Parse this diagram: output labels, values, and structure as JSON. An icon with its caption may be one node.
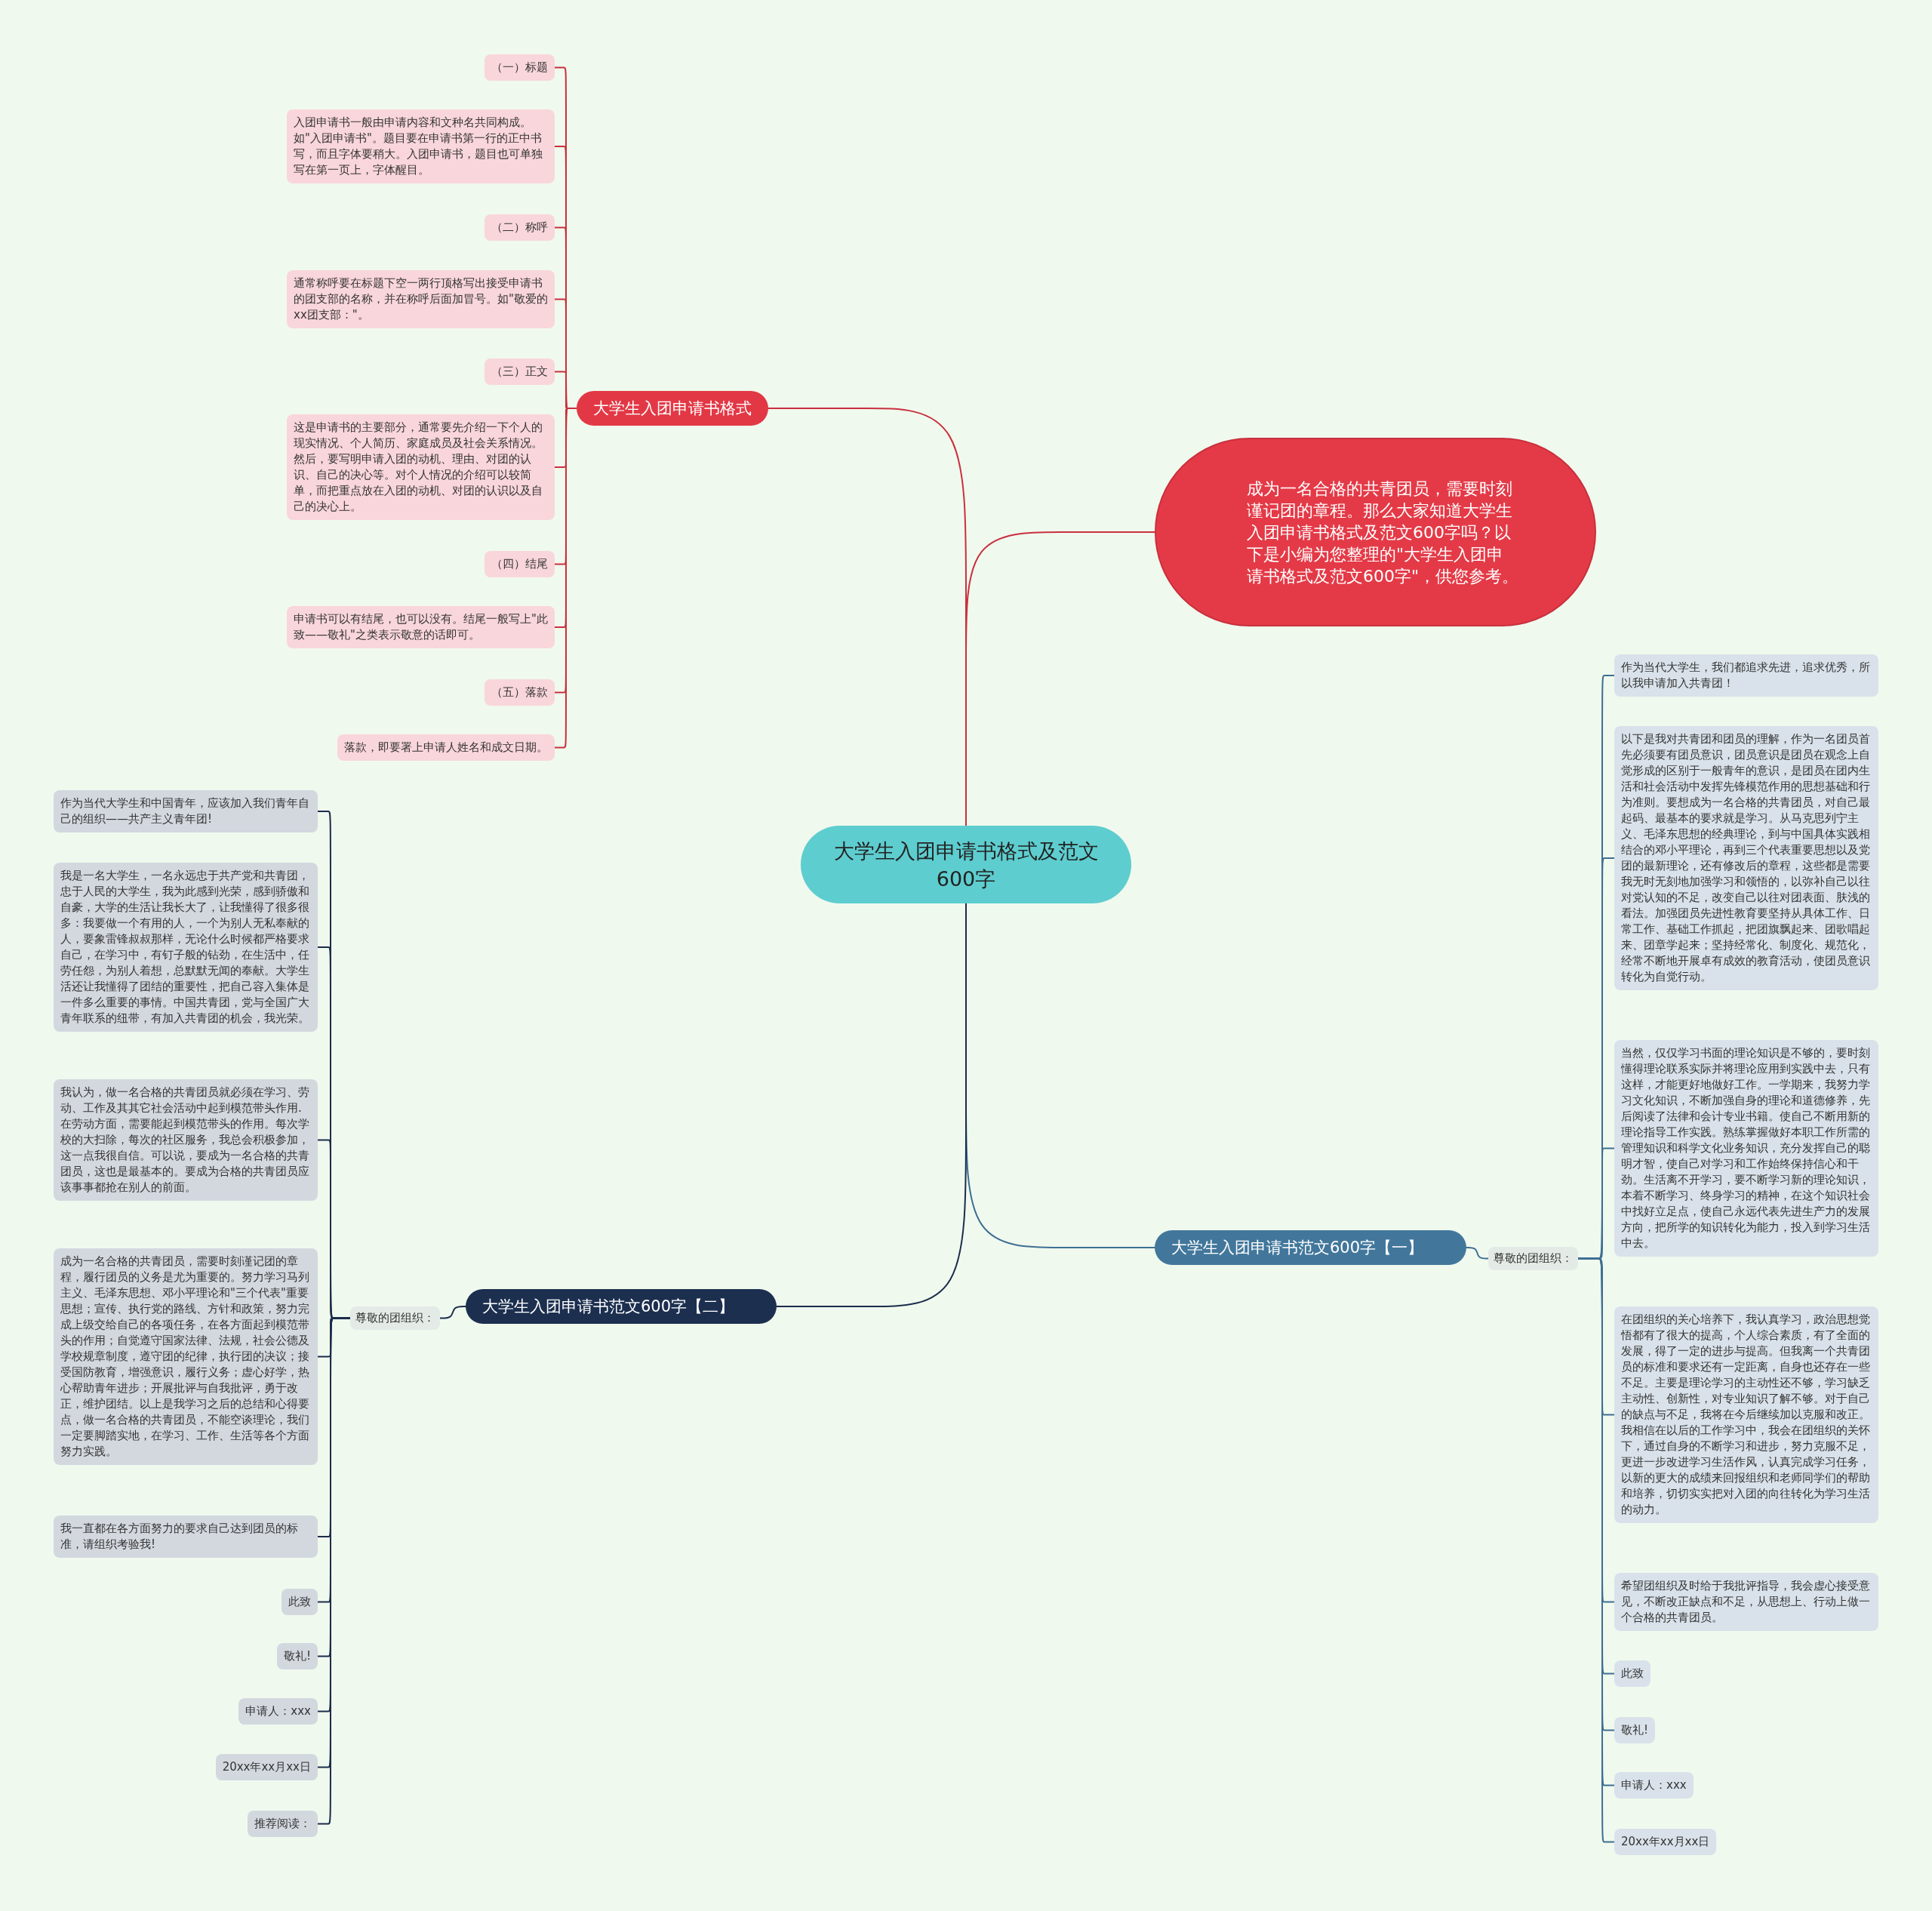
{
  "diagram": {
    "nodes": [
      {
        "text": [
          "大学生入团申请书格式及范文600字"
        ]
      },
      {
        "text": [
          "大学生入团申请书格式"
        ]
      },
      {
        "text": [
          "（一）标题"
        ]
      },
      {
        "text": [
          "入团申请书一般由申请内容和文种名共同构成。如\"入团申请书\"。题目要在申请书第一行的正中书写，而且字体要稍大。入团申请书，题目也可单独写在第一页上，字体醒目。"
        ]
      },
      {
        "text": [
          "（二）称呼"
        ]
      },
      {
        "text": [
          "通常称呼要在标题下空一两行顶格写出接受申请书的团支部的名称，并在称呼后面加冒号。如\"敬爱的xx团支部：\"。"
        ]
      },
      {
        "text": [
          "（三）正文"
        ]
      },
      {
        "text": [
          "这是申请书的主要部分，通常要先介绍一下个人的现实情况、个人简历、家庭成员及社会关系情况。然后，要写明申请入团的动机、理由、对团的认识、自己的决心等。对个人情况的介绍可以较简单，而把重点放在入团的动机、对团的认识以及自己的决心上。"
        ]
      },
      {
        "text": [
          "（四）结尾"
        ]
      },
      {
        "text": [
          "申请书可以有结尾，也可以没有。结尾一般写上\"此致——敬礼\"之类表示敬意的话即可。"
        ]
      },
      {
        "text": [
          "（五）落款"
        ]
      },
      {
        "text": [
          "落款，即要署上申请人姓名和成文日期。"
        ]
      },
      {
        "text": [
          "成为一名合格的共青团员，需要时刻谨记团的章程。那么大家知道大学生入团申请书格式及范文600字吗？以下是小编为您整理的\"大学生入团申请书格式及范文600字\"，供您参考。"
        ]
      },
      {
        "text": [
          "大学生入团申请书范文600字【一】"
        ]
      },
      {
        "text": [
          "尊敬的团组织："
        ]
      },
      {
        "text": [
          "作为当代大学生，我们都追求先进，追求优秀，所以我申请加入共青团！"
        ]
      },
      {
        "text": [
          "以下是我对共青团和团员的理解，作为一名团员首先必须要有团员意识，团员意识是团员在观念上自觉形成的区别于一般青年的意识，是团员在团内生活和社会活动中发挥先锋模范作用的思想基础和行为准则。要想成为一名合格的共青团员，对自己最起码、最基本的要求就是学习。从马克思列宁主义、毛泽东思想的经典理论，到与中国具体实践相结合的邓小平理论，再到三个代表重要思想以及党团的最新理论，还有修改后的章程，这些都是需要我无时无刻地加强学习和领悟的，以弥补自己以往对党认知的不足，改变自己以往对团表面、肤浅的看法。加强团员先进性教育要坚持从具体工作、日常工作、基础工作抓起，把团旗飘起来、团歌唱起来、团章学起来；坚持经常化、制度化、规范化，经常不断地开展卓有成效的教育活动，使团员意识转化为自觉行动。"
        ]
      },
      {
        "text": [
          "当然，仅仅学习书面的理论知识是不够的，要时刻懂得理论联系实际并将理论应用到实践中去，只有这样，才能更好地做好工作。一学期来，我努力学习文化知识，不断加强自身的理论和道德修养，先后阅读了法律和会计专业书籍。使自己不断用新的理论指导工作实践。熟练掌握做好本职工作所需的管理知识和科学文化业务知识，充分发挥自己的聪明才智，使自己对学习和工作始终保持信心和干劲。生活离不开学习，要不断学习新的理论知识，本着不断学习、终身学习的精神，在这个知识社会中找好立足点，使自己永远代表先进生产力的发展方向，把所学的知识转化为能力，投入到学习生活中去。"
        ]
      },
      {
        "text": [
          "在团组织的关心培养下，我认真学习，政治思想觉悟都有了很大的提高，个人综合素质，有了全面的发展，得了一定的进步与提高。但我离一个共青团员的标准和要求还有一定距离，自身也还存在一些不足。主要是理论学习的主动性还不够，学习缺乏主动性、创新性，对专业知识了解不够。对于自己的缺点与不足，我将在今后继续加以克服和改正。我相信在以后的工作学习中，我会在团组织的关怀下，通过自身的不断学习和进步，努力克服不足，更进一步改进学习生活作风，认真完成学习任务，以新的更大的成绩来回报组织和老师同学们的帮助和培养，切切实实把对入团的向往转化为学习生活的动力。"
        ]
      },
      {
        "text": [
          "希望团组织及时给于我批评指导，我会虚心接受意见，不断改正缺点和不足，从思想上、行动上做一个合格的共青团员。"
        ]
      },
      {
        "text": [
          "此致"
        ]
      },
      {
        "text": [
          "敬礼!"
        ]
      },
      {
        "text": [
          "申请人：xxx"
        ]
      },
      {
        "text": [
          "20xx年xx月xx日"
        ]
      },
      {
        "text": [
          "大学生入团申请书范文600字【二】"
        ]
      },
      {
        "text": [
          "尊敬的团组织："
        ]
      },
      {
        "text": [
          "作为当代大学生和中国青年，应该加入我们青年自己的组织——共产主义青年团!"
        ]
      },
      {
        "text": [
          "我是一名大学生，一名永远忠于共产党和共青团，忠于人民的大学生，我为此感到光荣，感到骄傲和自豪，大学的生活让我长大了，让我懂得了很多很多：我要做一个有用的人，一个为别人无私奉献的人，要象雷锋叔叔那样，无论什么时候都严格要求自己，在学习中，有钉子般的钻劲，在生活中，任劳任怨，为别人着想，总默默无闻的奉献。大学生活还让我懂得了团结的重要性，把自己容入集体是一件多么重要的事情。中国共青团，党与全国广大青年联系的纽带，有加入共青团的机会，我光荣。"
        ]
      },
      {
        "text": [
          "我认为，做一名合格的共青团员就必须在学习、劳动、工作及其其它社会活动中起到模范带头作用.在劳动方面，需要能起到模范带头的作用。每次学校的大扫除，每次的社区服务，我总会积极参加，这一点我很自信。可以说，要成为一名合格的共青团员，这也是最基本的。要成为合格的共青团员应该事事都抢在别人的前面。"
        ]
      },
      {
        "text": [
          "成为一名合格的共青团员，需要时刻谨记团的章程，履行团员的义务是尤为重要的。努力学习马列主义、毛泽东思想、邓小平理论和\"三个代表\"重要思想；宣传、执行党的路线、方针和政策，努力完成上级交给自己的各项任务，在各方面起到模范带头的作用；自觉遵守国家法律、法规，社会公德及学校规章制度，遵守团的纪律，执行团的决议；接受国防教育，增强意识，履行义务；虚心好学，热心帮助青年进步；开展批评与自我批评，勇于改正，维护团结。以上是我学习之后的总结和心得要点，做一名合格的共青团员，不能空谈理论，我们一定要脚踏实地，在学习、工作、生活等各个方面努力实践。"
        ]
      },
      {
        "text": [
          "我一直都在各方面努力的要求自己达到团员的标准，请组织考验我!"
        ]
      },
      {
        "text": [
          "此致"
        ]
      },
      {
        "text": [
          "敬礼!"
        ]
      },
      {
        "text": [
          "申请人：xxx"
        ]
      },
      {
        "text": [
          "20xx年xx月xx日"
        ]
      },
      {
        "text": [
          "推荐阅读："
        ]
      }
    ],
    "edges": [
      {
        "from": 0,
        "to": 1,
        "arrow": "none",
        "color": "#c9303d"
      },
      {
        "from": 1,
        "to": 2,
        "arrow": "none",
        "color": "#c9303d"
      },
      {
        "from": 1,
        "to": 3,
        "arrow": "none",
        "color": "#c9303d"
      },
      {
        "from": 1,
        "to": 4,
        "arrow": "none",
        "color": "#c9303d"
      },
      {
        "from": 1,
        "to": 5,
        "arrow": "none",
        "color": "#c9303d"
      },
      {
        "from": 1,
        "to": 6,
        "arrow": "none",
        "color": "#c9303d"
      },
      {
        "from": 1,
        "to": 7,
        "arrow": "none",
        "color": "#c9303d"
      },
      {
        "from": 1,
        "to": 8,
        "arrow": "none",
        "color": "#c9303d"
      },
      {
        "from": 1,
        "to": 9,
        "arrow": "none",
        "color": "#c9303d"
      },
      {
        "from": 1,
        "to": 10,
        "arrow": "none",
        "color": "#c9303d"
      },
      {
        "from": 1,
        "to": 11,
        "arrow": "none",
        "color": "#c9303d"
      },
      {
        "from": 0,
        "to": 12,
        "arrow": "none",
        "color": "#c9303d"
      },
      {
        "from": 0,
        "to": 13,
        "arrow": "none",
        "color": "#3d6f93"
      },
      {
        "from": 13,
        "to": 14,
        "arrow": "none",
        "color": "#3d6f93"
      },
      {
        "from": 14,
        "to": 15,
        "arrow": "none",
        "color": "#3d6f93"
      },
      {
        "from": 14,
        "to": 16,
        "arrow": "none",
        "color": "#3d6f93"
      },
      {
        "from": 14,
        "to": 17,
        "arrow": "none",
        "color": "#3d6f93"
      },
      {
        "from": 14,
        "to": 18,
        "arrow": "none",
        "color": "#3d6f93"
      },
      {
        "from": 14,
        "to": 19,
        "arrow": "none",
        "color": "#3d6f93"
      },
      {
        "from": 14,
        "to": 20,
        "arrow": "none",
        "color": "#3d6f93"
      },
      {
        "from": 14,
        "to": 21,
        "arrow": "none",
        "color": "#3d6f93"
      },
      {
        "from": 14,
        "to": 22,
        "arrow": "none",
        "color": "#3d6f93"
      },
      {
        "from": 14,
        "to": 23,
        "arrow": "none",
        "color": "#3d6f93"
      },
      {
        "from": 0,
        "to": 24,
        "arrow": "none",
        "color": "#1b2c4b"
      },
      {
        "from": 24,
        "to": 25,
        "arrow": "none",
        "color": "#1b2c4b"
      },
      {
        "from": 25,
        "to": 26,
        "arrow": "none",
        "color": "#1b2c4b"
      },
      {
        "from": 25,
        "to": 27,
        "arrow": "none",
        "color": "#1b2c4b"
      },
      {
        "from": 25,
        "to": 28,
        "arrow": "none",
        "color": "#1b2c4b"
      },
      {
        "from": 25,
        "to": 29,
        "arrow": "none",
        "color": "#1b2c4b"
      },
      {
        "from": 25,
        "to": 30,
        "arrow": "none",
        "color": "#1b2c4b"
      },
      {
        "from": 25,
        "to": 31,
        "arrow": "none",
        "color": "#1b2c4b"
      },
      {
        "from": 25,
        "to": 32,
        "arrow": "none",
        "color": "#1b2c4b"
      },
      {
        "from": 25,
        "to": 33,
        "arrow": "none",
        "color": "#1b2c4b"
      },
      {
        "from": 25,
        "to": 34,
        "arrow": "none",
        "color": "#1b2c4b"
      },
      {
        "from": 25,
        "to": 35,
        "arrow": "none",
        "color": "#1b2c4b"
      }
    ]
  }
}
